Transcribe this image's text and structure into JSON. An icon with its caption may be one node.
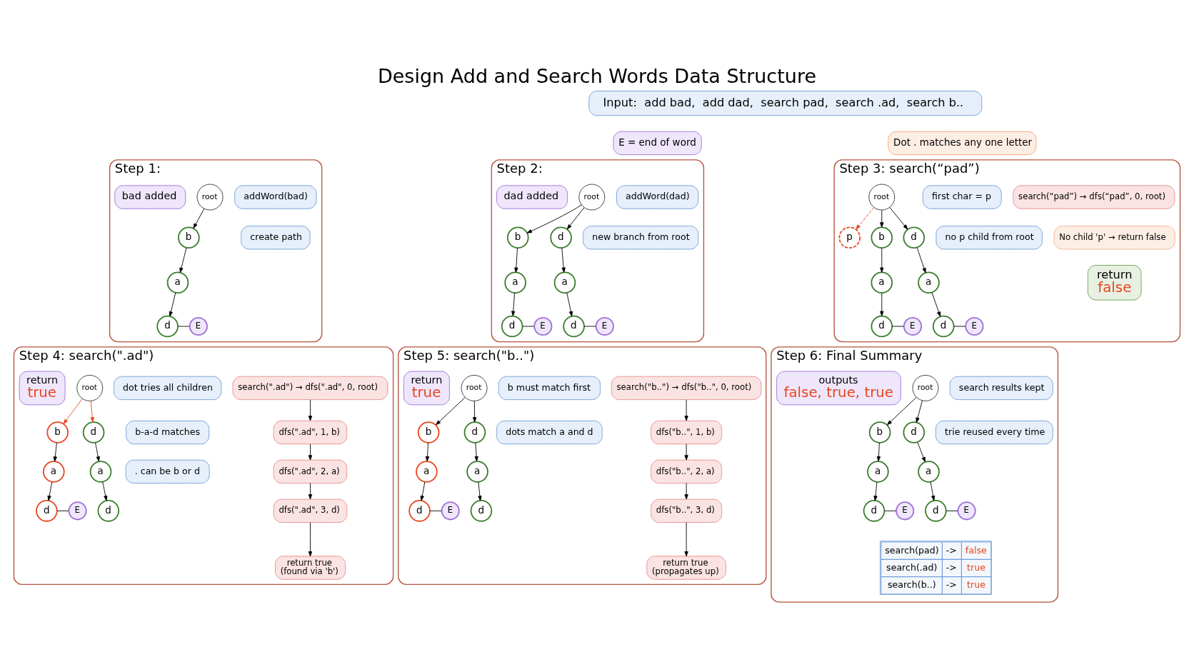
{
  "diagram": {
    "title": "Design Add and Search Words Data Structure",
    "nodes": [
      {
        "text": [
          "Input:  add bad,  add dad,  search pad,  search .ad,  search b.."
        ]
      },
      {
        "text": [
          "E = end of word"
        ]
      },
      {
        "text": [
          "Dot . matches any one letter"
        ]
      },
      {
        "text": [
          "Step 1:"
        ]
      },
      {
        "text": [
          "addWord(bad)"
        ],
        "in": 3
      },
      {
        "text": [
          "create path"
        ],
        "in": 3
      },
      {
        "text": [
          "root"
        ],
        "in": 3
      },
      {
        "text": [
          "b"
        ],
        "in": 3
      },
      {
        "text": [
          "a"
        ],
        "in": 3
      },
      {
        "text": [
          "d"
        ],
        "in": 3
      },
      {
        "text": [
          "E"
        ],
        "in": 3
      },
      {
        "text": [
          "bad added"
        ],
        "in": 3
      },
      {
        "text": [
          "Step 2:"
        ]
      },
      {
        "text": [
          "addWord(dad)"
        ],
        "in": 12
      },
      {
        "text": [
          "new branch from root"
        ],
        "in": 12
      },
      {
        "text": [
          "root"
        ],
        "in": 12
      },
      {
        "text": [
          "b"
        ],
        "in": 12
      },
      {
        "text": [
          "d"
        ],
        "in": 12
      },
      {
        "text": [
          "a"
        ],
        "in": 12
      },
      {
        "text": [
          "a"
        ],
        "in": 12
      },
      {
        "text": [
          "d"
        ],
        "in": 12
      },
      {
        "text": [
          "E"
        ],
        "in": 12
      },
      {
        "text": [
          "d"
        ],
        "in": 12
      },
      {
        "text": [
          "E"
        ],
        "in": 12
      },
      {
        "text": [
          "dad added"
        ],
        "in": 12
      },
      {
        "text": [
          "Step 3: search(“pad”)"
        ]
      },
      {
        "text": [
          "search(“pad”) → dfs(“pad”, 0, root)"
        ],
        "in": 25
      },
      {
        "text": [
          "first char = p"
        ],
        "in": 25
      },
      {
        "text": [
          "no p child from root"
        ],
        "in": 25
      },
      {
        "text": [
          "root"
        ],
        "in": 25
      },
      {
        "text": [
          "p"
        ],
        "in": 25
      },
      {
        "text": [
          "b"
        ],
        "in": 25
      },
      {
        "text": [
          "d"
        ],
        "in": 25
      },
      {
        "text": [
          "a"
        ],
        "in": 25
      },
      {
        "text": [
          "a"
        ],
        "in": 25
      },
      {
        "text": [
          "d"
        ],
        "in": 25
      },
      {
        "text": [
          "E"
        ],
        "in": 25
      },
      {
        "text": [
          "d"
        ],
        "in": 25
      },
      {
        "text": [
          "E"
        ],
        "in": 25
      },
      {
        "text": [
          "No child 'p' → return false"
        ],
        "in": 25
      },
      {
        "text": [
          "return",
          "false"
        ],
        "in": 25
      },
      {
        "text": [
          "Step 4: search(\".ad\")"
        ]
      },
      {
        "text": [
          "search(\".ad\") → dfs(\".ad\", 0, root)"
        ],
        "in": 41
      },
      {
        "text": [
          "dot tries all children"
        ],
        "in": 41
      },
      {
        "text": [
          "b-a-d matches"
        ],
        "in": 41
      },
      {
        "text": [
          ". can be b or d"
        ],
        "in": 41
      },
      {
        "text": [
          "root"
        ],
        "in": 41
      },
      {
        "text": [
          "b"
        ],
        "in": 41
      },
      {
        "text": [
          "d"
        ],
        "in": 41
      },
      {
        "text": [
          "a"
        ],
        "in": 41
      },
      {
        "text": [
          "a"
        ],
        "in": 41
      },
      {
        "text": [
          "d"
        ],
        "in": 41
      },
      {
        "text": [
          "E"
        ],
        "in": 41
      },
      {
        "text": [
          "d"
        ],
        "in": 41
      },
      {
        "text": [
          "dfs(\".ad\", 1, b)"
        ],
        "in": 41
      },
      {
        "text": [
          "dfs(\".ad\", 2, a)"
        ],
        "in": 41
      },
      {
        "text": [
          "dfs(\".ad\", 3, d)"
        ],
        "in": 41
      },
      {
        "text": [
          "return true",
          "(found via 'b')"
        ],
        "in": 41
      },
      {
        "text": [
          "return",
          "true"
        ],
        "in": 41
      },
      {
        "text": [
          "Step 5: search(\"b..\")"
        ]
      },
      {
        "text": [
          "search(\"b..\") → dfs(\"b..\", 0, root)"
        ],
        "in": 59
      },
      {
        "text": [
          "b must match first"
        ],
        "in": 59
      },
      {
        "text": [
          "dots match a and d"
        ],
        "in": 59
      },
      {
        "text": [
          "root"
        ],
        "in": 59
      },
      {
        "text": [
          "b"
        ],
        "in": 59
      },
      {
        "text": [
          "d"
        ],
        "in": 59
      },
      {
        "text": [
          "a"
        ],
        "in": 59
      },
      {
        "text": [
          "a"
        ],
        "in": 59
      },
      {
        "text": [
          "d"
        ],
        "in": 59
      },
      {
        "text": [
          "E"
        ],
        "in": 59
      },
      {
        "text": [
          "d"
        ],
        "in": 59
      },
      {
        "text": [
          "dfs(\"b..\", 1, b)"
        ],
        "in": 59
      },
      {
        "text": [
          "dfs(\"b..\", 2, a)"
        ],
        "in": 59
      },
      {
        "text": [
          "dfs(\"b..\", 3, d)"
        ],
        "in": 59
      },
      {
        "text": [
          "return true",
          "(propagates up)"
        ],
        "in": 59
      },
      {
        "text": [
          "return",
          "true"
        ],
        "in": 59
      },
      {
        "text": [
          "Step 6: Final Summary"
        ]
      },
      {
        "text": [
          "search results kept"
        ],
        "in": 76
      },
      {
        "text": [
          "trie reused every time"
        ],
        "in": 76
      },
      {
        "text": [
          "root"
        ],
        "in": 76
      },
      {
        "text": [
          "b"
        ],
        "in": 76
      },
      {
        "text": [
          "d"
        ],
        "in": 76
      },
      {
        "text": [
          "a"
        ],
        "in": 76
      },
      {
        "text": [
          "a"
        ],
        "in": 76
      },
      {
        "text": [
          "d"
        ],
        "in": 76
      },
      {
        "text": [
          "E"
        ],
        "in": 76
      },
      {
        "text": [
          "d"
        ],
        "in": 76
      },
      {
        "text": [
          "E"
        ],
        "in": 76
      },
      {
        "text": [
          "outputs",
          "false, true, true"
        ],
        "in": 76
      }
    ],
    "edges": [
      {
        "from": 6,
        "to": 7,
        "arrow": "to"
      },
      {
        "from": 7,
        "to": 8,
        "arrow": "to"
      },
      {
        "from": 8,
        "to": 9,
        "arrow": "to"
      },
      {
        "from": 9,
        "to": 10,
        "arrow": "none"
      },
      {
        "from": 15,
        "to": 16,
        "arrow": "to"
      },
      {
        "from": 15,
        "to": 17,
        "arrow": "to"
      },
      {
        "from": 16,
        "to": 18,
        "arrow": "to"
      },
      {
        "from": 17,
        "to": 19,
        "arrow": "to"
      },
      {
        "from": 18,
        "to": 20,
        "arrow": "to"
      },
      {
        "from": 20,
        "to": 21,
        "arrow": "none"
      },
      {
        "from": 19,
        "to": 22,
        "arrow": "to"
      },
      {
        "from": 22,
        "to": 23,
        "arrow": "none"
      },
      {
        "from": 29,
        "to": 30,
        "arrow": "to",
        "style": "dashed",
        "color": "#e8461e"
      },
      {
        "from": 29,
        "to": 31,
        "arrow": "to"
      },
      {
        "from": 29,
        "to": 32,
        "arrow": "to"
      },
      {
        "from": 31,
        "to": 33,
        "arrow": "to"
      },
      {
        "from": 32,
        "to": 34,
        "arrow": "to"
      },
      {
        "from": 33,
        "to": 35,
        "arrow": "to"
      },
      {
        "from": 35,
        "to": 36,
        "arrow": "none"
      },
      {
        "from": 34,
        "to": 37,
        "arrow": "to"
      },
      {
        "from": 37,
        "to": 38,
        "arrow": "none"
      },
      {
        "from": 46,
        "to": 47,
        "arrow": "to",
        "color": "#e8461e"
      },
      {
        "from": 46,
        "to": 48,
        "arrow": "to",
        "color": "#e8461e"
      },
      {
        "from": 47,
        "to": 49,
        "arrow": "to"
      },
      {
        "from": 48,
        "to": 50,
        "arrow": "to"
      },
      {
        "from": 49,
        "to": 51,
        "arrow": "to"
      },
      {
        "from": 51,
        "to": 52,
        "arrow": "none"
      },
      {
        "from": 50,
        "to": 53,
        "arrow": "to"
      },
      {
        "from": 42,
        "to": 54,
        "arrow": "to"
      },
      {
        "from": 54,
        "to": 55,
        "arrow": "to"
      },
      {
        "from": 55,
        "to": 56,
        "arrow": "to"
      },
      {
        "from": 56,
        "to": 57,
        "arrow": "to"
      },
      {
        "from": 63,
        "to": 64,
        "arrow": "to"
      },
      {
        "from": 63,
        "to": 65,
        "arrow": "to"
      },
      {
        "from": 64,
        "to": 66,
        "arrow": "to"
      },
      {
        "from": 65,
        "to": 67,
        "arrow": "to"
      },
      {
        "from": 66,
        "to": 68,
        "arrow": "to"
      },
      {
        "from": 68,
        "to": 69,
        "arrow": "none"
      },
      {
        "from": 67,
        "to": 70,
        "arrow": "to"
      },
      {
        "from": 60,
        "to": 71,
        "arrow": "to"
      },
      {
        "from": 71,
        "to": 72,
        "arrow": "to"
      },
      {
        "from": 72,
        "to": 73,
        "arrow": "to"
      },
      {
        "from": 73,
        "to": 74,
        "arrow": "to"
      },
      {
        "from": 79,
        "to": 80,
        "arrow": "to"
      },
      {
        "from": 79,
        "to": 81,
        "arrow": "to"
      },
      {
        "from": 80,
        "to": 82,
        "arrow": "to"
      },
      {
        "from": 81,
        "to": 83,
        "arrow": "to"
      },
      {
        "from": 82,
        "to": 84,
        "arrow": "to"
      },
      {
        "from": 84,
        "to": 85,
        "arrow": "none"
      },
      {
        "from": 83,
        "to": 86,
        "arrow": "to"
      },
      {
        "from": 86,
        "to": 87,
        "arrow": "none"
      }
    ],
    "labels": [
      "search(pad)",
      "->",
      "false",
      "search(.ad)",
      "->",
      "true",
      "search(b..)",
      "->",
      "true"
    ]
  }
}
